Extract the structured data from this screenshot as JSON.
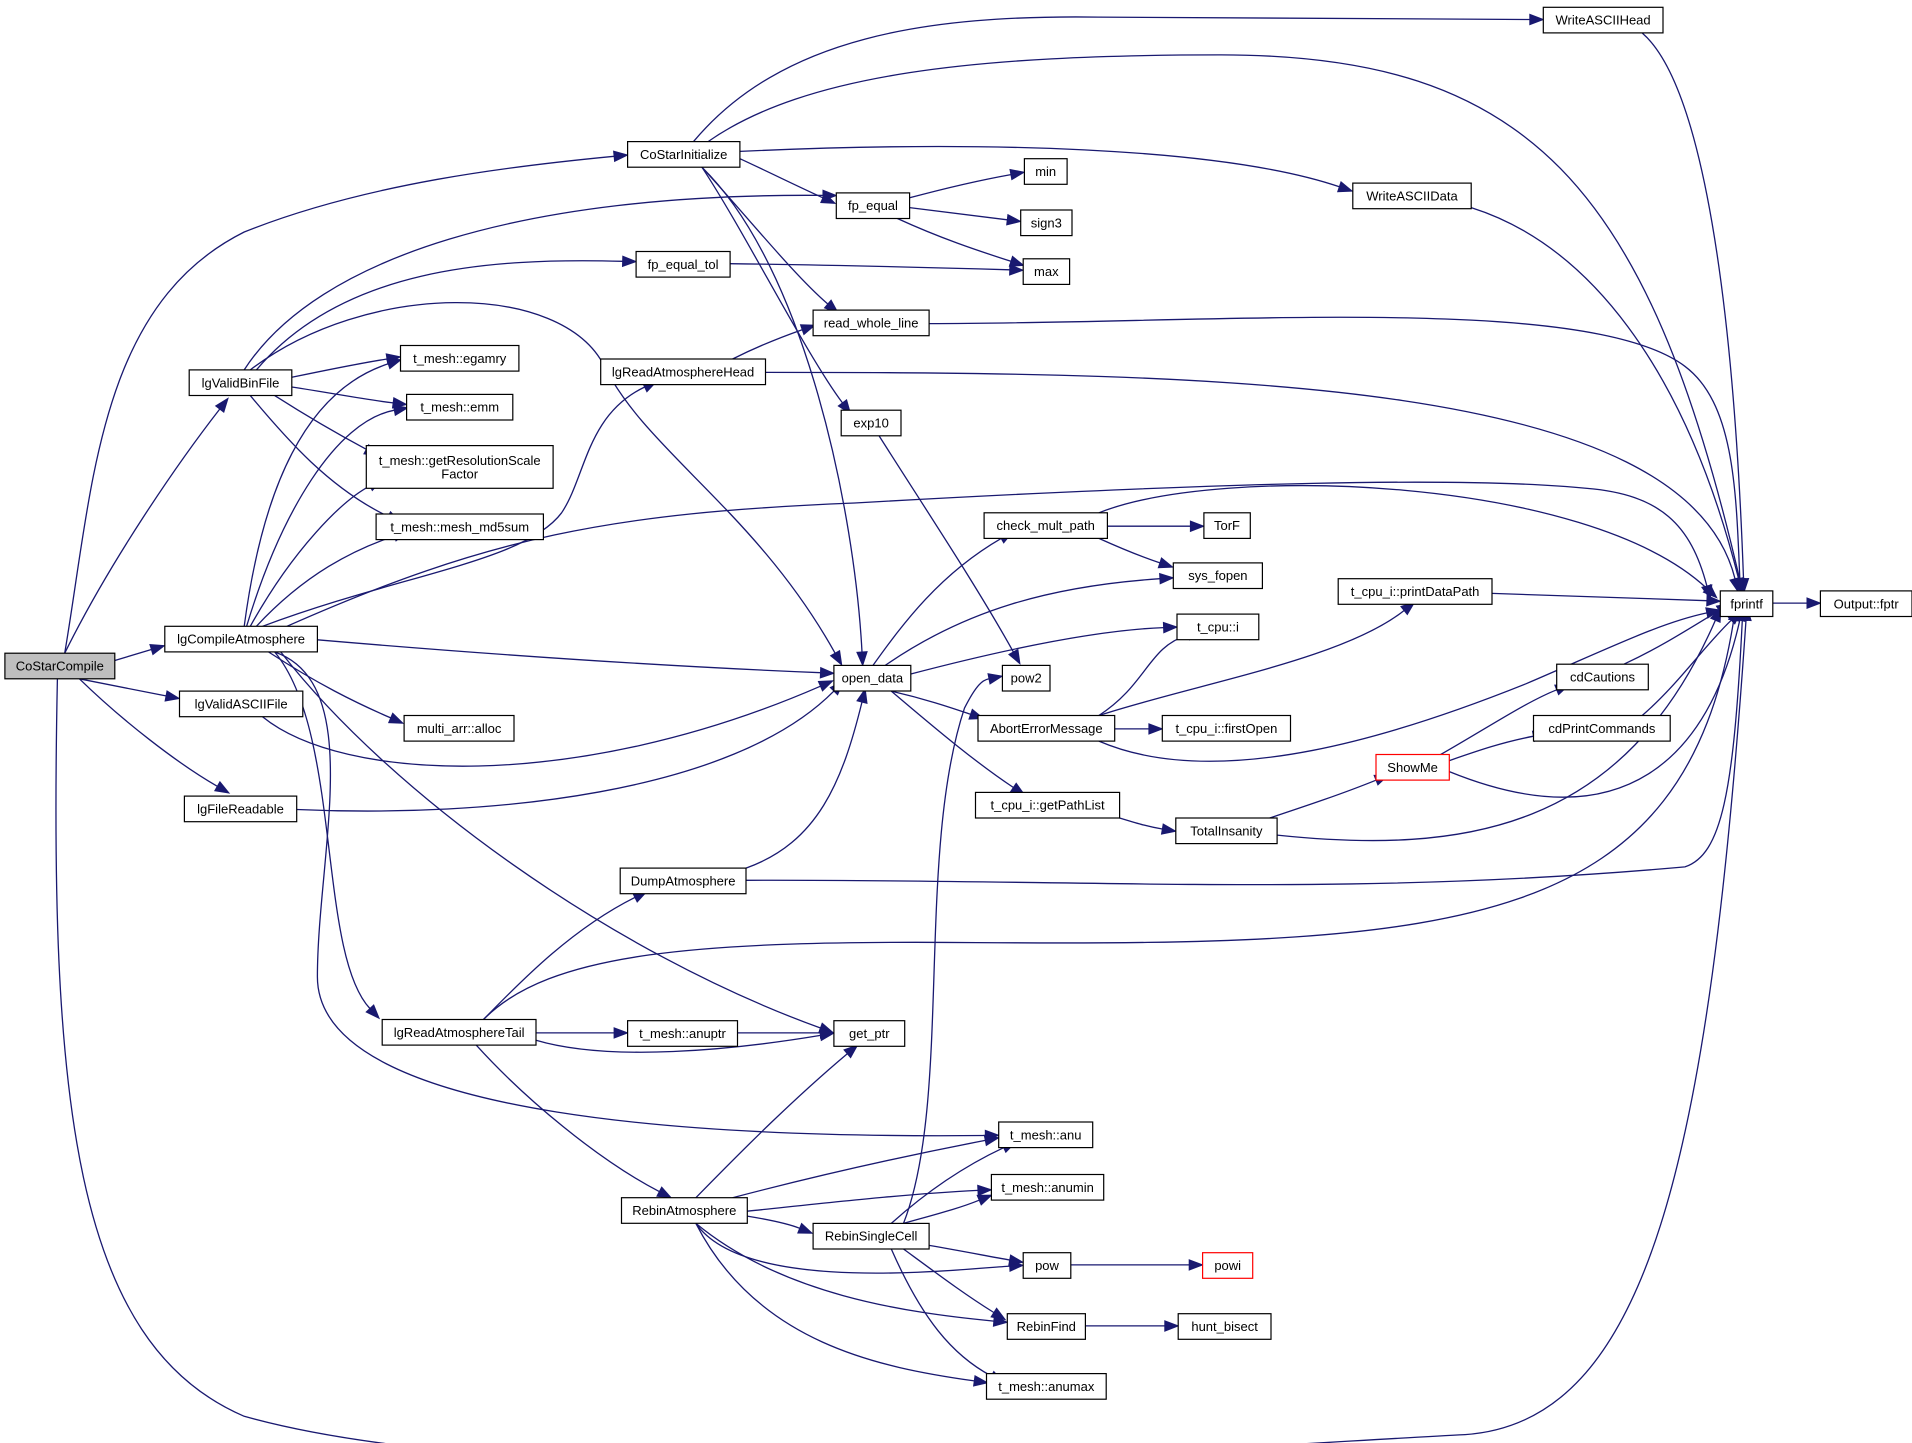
{
  "graph": {
    "nodes": [
      {
        "id": "costarcompile",
        "lines": [
          "CoStarCompile"
        ],
        "root": true
      },
      {
        "id": "costarinitialize",
        "lines": [
          "CoStarInitialize"
        ]
      },
      {
        "id": "lgvalidbinfile",
        "lines": [
          "lgValidBinFile"
        ]
      },
      {
        "id": "lgcompileatmosphere",
        "lines": [
          "lgCompileAtmosphere"
        ]
      },
      {
        "id": "lgvalidasciifile",
        "lines": [
          "lgValidASCIIFile"
        ]
      },
      {
        "id": "lgfilereadable",
        "lines": [
          "lgFileReadable"
        ]
      },
      {
        "id": "tmesh_egamry",
        "lines": [
          "t_mesh::egamry"
        ]
      },
      {
        "id": "tmesh_emm",
        "lines": [
          "t_mesh::emm"
        ]
      },
      {
        "id": "tmesh_getres",
        "lines": [
          "t_mesh::getResolutionScale",
          "Factor"
        ]
      },
      {
        "id": "tmesh_md5",
        "lines": [
          "t_mesh::mesh_md5sum"
        ]
      },
      {
        "id": "multiarr_alloc",
        "lines": [
          "multi_arr::alloc"
        ]
      },
      {
        "id": "lgreadatmtail",
        "lines": [
          "lgReadAtmosphereTail"
        ]
      },
      {
        "id": "lgreadatmhead",
        "lines": [
          "lgReadAtmosphereHead"
        ]
      },
      {
        "id": "dumpatmosphere",
        "lines": [
          "DumpAtmosphere"
        ]
      },
      {
        "id": "rebinatmosphere",
        "lines": [
          "RebinAtmosphere"
        ]
      },
      {
        "id": "tmesh_anuptr",
        "lines": [
          "t_mesh::anuptr"
        ]
      },
      {
        "id": "fp_equal",
        "lines": [
          "fp_equal"
        ]
      },
      {
        "id": "fp_equal_tol",
        "lines": [
          "fp_equal_tol"
        ]
      },
      {
        "id": "read_whole_line",
        "lines": [
          "read_whole_line"
        ]
      },
      {
        "id": "exp10",
        "lines": [
          "exp10"
        ]
      },
      {
        "id": "open_data",
        "lines": [
          "open_data"
        ]
      },
      {
        "id": "get_ptr",
        "lines": [
          "get_ptr"
        ]
      },
      {
        "id": "rebinsinglecell",
        "lines": [
          "RebinSingleCell"
        ]
      },
      {
        "id": "min",
        "lines": [
          "min"
        ]
      },
      {
        "id": "sign3",
        "lines": [
          "sign3"
        ]
      },
      {
        "id": "max",
        "lines": [
          "max"
        ]
      },
      {
        "id": "check_mult_path",
        "lines": [
          "check_mult_path"
        ]
      },
      {
        "id": "aborterrormessage",
        "lines": [
          "AbortErrorMessage"
        ]
      },
      {
        "id": "tcpui_getpathlist",
        "lines": [
          "t_cpu_i::getPathList"
        ]
      },
      {
        "id": "pow2",
        "lines": [
          "pow2"
        ]
      },
      {
        "id": "tmesh_anu",
        "lines": [
          "t_mesh::anu"
        ]
      },
      {
        "id": "tmesh_anumin",
        "lines": [
          "t_mesh::anumin"
        ]
      },
      {
        "id": "pow",
        "lines": [
          "pow"
        ]
      },
      {
        "id": "rebinfind",
        "lines": [
          "RebinFind"
        ]
      },
      {
        "id": "tmesh_anumax",
        "lines": [
          "t_mesh::anumax"
        ]
      },
      {
        "id": "torf",
        "lines": [
          "TorF"
        ]
      },
      {
        "id": "sys_fopen",
        "lines": [
          "sys_fopen"
        ]
      },
      {
        "id": "tcpu_i",
        "lines": [
          "t_cpu::i"
        ]
      },
      {
        "id": "tcpui_firstopen",
        "lines": [
          "t_cpu_i::firstOpen"
        ]
      },
      {
        "id": "totalinsanity",
        "lines": [
          "TotalInsanity"
        ]
      },
      {
        "id": "powi",
        "lines": [
          "powi"
        ],
        "truncated": true
      },
      {
        "id": "hunt_bisect",
        "lines": [
          "hunt_bisect"
        ]
      },
      {
        "id": "writeasciihead",
        "lines": [
          "WriteASCIIHead"
        ]
      },
      {
        "id": "writeasciidata",
        "lines": [
          "WriteASCIIData"
        ]
      },
      {
        "id": "tcpui_printdatapath",
        "lines": [
          "t_cpu_i::printDataPath"
        ]
      },
      {
        "id": "showme",
        "lines": [
          "ShowMe"
        ],
        "truncated": true
      },
      {
        "id": "cdcautions",
        "lines": [
          "cdCautions"
        ]
      },
      {
        "id": "cdprintcommands",
        "lines": [
          "cdPrintCommands"
        ]
      },
      {
        "id": "fprintf",
        "lines": [
          "fprintf"
        ]
      },
      {
        "id": "output_fptr",
        "lines": [
          "Output::fptr"
        ]
      }
    ],
    "edges": [
      {
        "from": "costarcompile",
        "to": "costarinitialize"
      },
      {
        "from": "costarcompile",
        "to": "lgvalidbinfile"
      },
      {
        "from": "costarcompile",
        "to": "lgcompileatmosphere"
      },
      {
        "from": "costarcompile",
        "to": "lgvalidasciifile"
      },
      {
        "from": "costarcompile",
        "to": "lgfilereadable"
      },
      {
        "from": "costarcompile",
        "to": "fprintf"
      },
      {
        "from": "costarinitialize",
        "to": "writeasciihead"
      },
      {
        "from": "costarinitialize",
        "to": "fprintf"
      },
      {
        "from": "costarinitialize",
        "to": "writeasciidata"
      },
      {
        "from": "costarinitialize",
        "to": "fp_equal"
      },
      {
        "from": "costarinitialize",
        "to": "read_whole_line"
      },
      {
        "from": "costarinitialize",
        "to": "exp10"
      },
      {
        "from": "costarinitialize",
        "to": "open_data"
      },
      {
        "from": "lgvalidbinfile",
        "to": "fp_equal"
      },
      {
        "from": "lgvalidbinfile",
        "to": "fp_equal_tol"
      },
      {
        "from": "lgvalidbinfile",
        "to": "open_data"
      },
      {
        "from": "lgvalidbinfile",
        "to": "tmesh_egamry"
      },
      {
        "from": "lgvalidbinfile",
        "to": "tmesh_emm"
      },
      {
        "from": "lgvalidbinfile",
        "to": "tmesh_getres"
      },
      {
        "from": "lgvalidbinfile",
        "to": "tmesh_md5"
      },
      {
        "from": "lgcompileatmosphere",
        "to": "tmesh_egamry"
      },
      {
        "from": "lgcompileatmosphere",
        "to": "tmesh_emm"
      },
      {
        "from": "lgcompileatmosphere",
        "to": "tmesh_getres"
      },
      {
        "from": "lgcompileatmosphere",
        "to": "tmesh_md5"
      },
      {
        "from": "lgcompileatmosphere",
        "to": "lgreadatmhead"
      },
      {
        "from": "lgcompileatmosphere",
        "to": "fprintf"
      },
      {
        "from": "lgcompileatmosphere",
        "to": "open_data"
      },
      {
        "from": "lgcompileatmosphere",
        "to": "multiarr_alloc"
      },
      {
        "from": "lgcompileatmosphere",
        "to": "get_ptr"
      },
      {
        "from": "lgcompileatmosphere",
        "to": "lgreadatmtail"
      },
      {
        "from": "lgcompileatmosphere",
        "to": "tmesh_anu"
      },
      {
        "from": "lgvalidasciifile",
        "to": "open_data"
      },
      {
        "from": "lgfilereadable",
        "to": "open_data"
      },
      {
        "from": "lgreadatmhead",
        "to": "read_whole_line"
      },
      {
        "from": "lgreadatmhead",
        "to": "fprintf"
      },
      {
        "from": "lgreadatmtail",
        "to": "dumpatmosphere"
      },
      {
        "from": "lgreadatmtail",
        "to": "fprintf"
      },
      {
        "from": "lgreadatmtail",
        "to": "tmesh_anuptr"
      },
      {
        "from": "lgreadatmtail",
        "to": "get_ptr"
      },
      {
        "from": "lgreadatmtail",
        "to": "rebinatmosphere"
      },
      {
        "from": "dumpatmosphere",
        "to": "open_data"
      },
      {
        "from": "dumpatmosphere",
        "to": "fprintf"
      },
      {
        "from": "tmesh_anuptr",
        "to": "get_ptr"
      },
      {
        "from": "rebinatmosphere",
        "to": "get_ptr"
      },
      {
        "from": "rebinatmosphere",
        "to": "tmesh_anu"
      },
      {
        "from": "rebinatmosphere",
        "to": "tmesh_anumin"
      },
      {
        "from": "rebinatmosphere",
        "to": "rebinsinglecell"
      },
      {
        "from": "rebinatmosphere",
        "to": "pow"
      },
      {
        "from": "rebinatmosphere",
        "to": "rebinfind"
      },
      {
        "from": "rebinatmosphere",
        "to": "tmesh_anumax"
      },
      {
        "from": "rebinsinglecell",
        "to": "pow2"
      },
      {
        "from": "rebinsinglecell",
        "to": "tmesh_anu"
      },
      {
        "from": "rebinsinglecell",
        "to": "tmesh_anumin"
      },
      {
        "from": "rebinsinglecell",
        "to": "pow"
      },
      {
        "from": "rebinsinglecell",
        "to": "rebinfind"
      },
      {
        "from": "rebinsinglecell",
        "to": "tmesh_anumax"
      },
      {
        "from": "fp_equal",
        "to": "min"
      },
      {
        "from": "fp_equal",
        "to": "sign3"
      },
      {
        "from": "fp_equal",
        "to": "max"
      },
      {
        "from": "fp_equal_tol",
        "to": "max"
      },
      {
        "from": "read_whole_line",
        "to": "fprintf"
      },
      {
        "from": "exp10",
        "to": "pow2"
      },
      {
        "from": "open_data",
        "to": "check_mult_path"
      },
      {
        "from": "open_data",
        "to": "sys_fopen"
      },
      {
        "from": "open_data",
        "to": "tcpu_i"
      },
      {
        "from": "open_data",
        "to": "aborterrormessage"
      },
      {
        "from": "open_data",
        "to": "tcpui_getpathlist"
      },
      {
        "from": "check_mult_path",
        "to": "torf"
      },
      {
        "from": "check_mult_path",
        "to": "sys_fopen"
      },
      {
        "from": "check_mult_path",
        "to": "fprintf"
      },
      {
        "from": "aborterrormessage",
        "to": "tcpu_i"
      },
      {
        "from": "aborterrormessage",
        "to": "tcpui_printdatapath"
      },
      {
        "from": "aborterrormessage",
        "to": "tcpui_firstopen"
      },
      {
        "from": "aborterrormessage",
        "to": "fprintf"
      },
      {
        "from": "tcpui_getpathlist",
        "to": "totalinsanity"
      },
      {
        "from": "totalinsanity",
        "to": "showme"
      },
      {
        "from": "totalinsanity",
        "to": "fprintf"
      },
      {
        "from": "pow",
        "to": "powi"
      },
      {
        "from": "rebinfind",
        "to": "hunt_bisect"
      },
      {
        "from": "writeasciihead",
        "to": "fprintf"
      },
      {
        "from": "writeasciidata",
        "to": "fprintf"
      },
      {
        "from": "tcpui_printdatapath",
        "to": "fprintf"
      },
      {
        "from": "showme",
        "to": "cdcautions"
      },
      {
        "from": "showme",
        "to": "cdprintcommands"
      },
      {
        "from": "showme",
        "to": "fprintf"
      },
      {
        "from": "cdcautions",
        "to": "fprintf"
      },
      {
        "from": "cdprintcommands",
        "to": "fprintf"
      },
      {
        "from": "fprintf",
        "to": "output_fptr"
      }
    ]
  }
}
